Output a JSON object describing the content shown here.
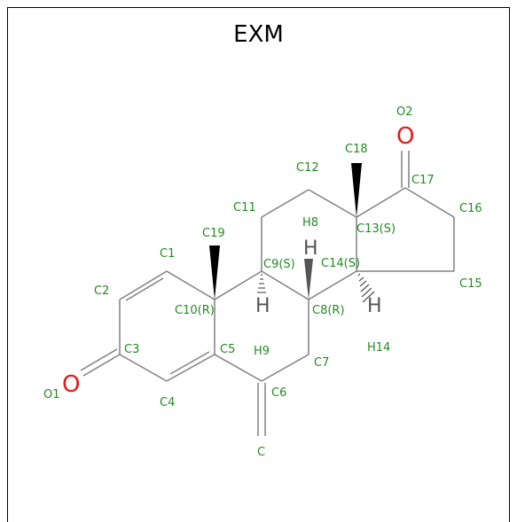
{
  "title": "EXM",
  "atom_labels": [
    {
      "id": "C1",
      "text": "C1"
    },
    {
      "id": "C2",
      "text": "C2"
    },
    {
      "id": "C3",
      "text": "C3"
    },
    {
      "id": "C4",
      "text": "C4"
    },
    {
      "id": "C5",
      "text": "C5"
    },
    {
      "id": "C6",
      "text": "C6"
    },
    {
      "id": "C7",
      "text": "C7"
    },
    {
      "id": "C8",
      "text": "C8(R)"
    },
    {
      "id": "C9",
      "text": "C9(S)"
    },
    {
      "id": "C10",
      "text": "C10(R)"
    },
    {
      "id": "C11",
      "text": "C11"
    },
    {
      "id": "C12",
      "text": "C12"
    },
    {
      "id": "C13",
      "text": "C13(S)"
    },
    {
      "id": "C14",
      "text": "C14(S)"
    },
    {
      "id": "C15",
      "text": "C15"
    },
    {
      "id": "C16",
      "text": "C16"
    },
    {
      "id": "C17",
      "text": "C17"
    },
    {
      "id": "C18",
      "text": "C18"
    },
    {
      "id": "C19",
      "text": "C19"
    },
    {
      "id": "H8",
      "text": "H8"
    },
    {
      "id": "H9",
      "text": "H9"
    },
    {
      "id": "H14",
      "text": "H14"
    },
    {
      "id": "O1",
      "text": "O1"
    },
    {
      "id": "O2",
      "text": "O2"
    },
    {
      "id": "C",
      "text": "C"
    }
  ],
  "element_symbols": {
    "oxygen": "O",
    "hydrogen": "H"
  },
  "colors": {
    "bond": "#808080",
    "label": "#228B22",
    "oxygen": "#e21b1b",
    "hydrogen": "#555555",
    "wedge": "#000000"
  }
}
